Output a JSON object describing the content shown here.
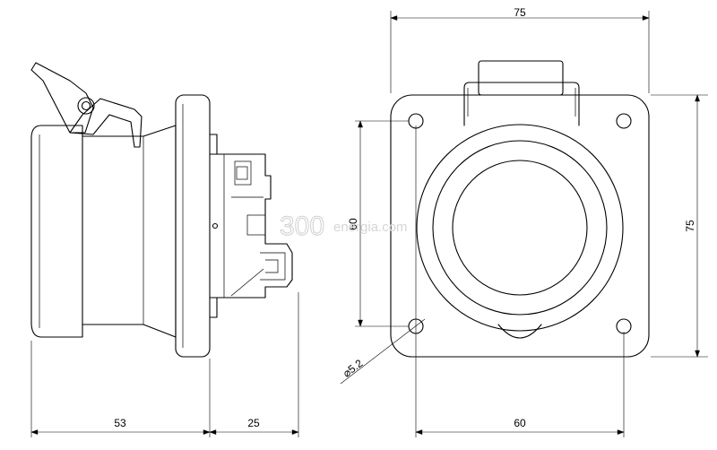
{
  "watermark": {
    "number": "300",
    "text": "energia.com"
  },
  "dimensions": {
    "front_width_top": "75",
    "front_height_right": "75",
    "hole_spacing_vertical": "60",
    "hole_spacing_horizontal": "60",
    "hole_diameter": "⌀5.2",
    "side_body_depth": "53",
    "side_rear_depth": "25"
  }
}
